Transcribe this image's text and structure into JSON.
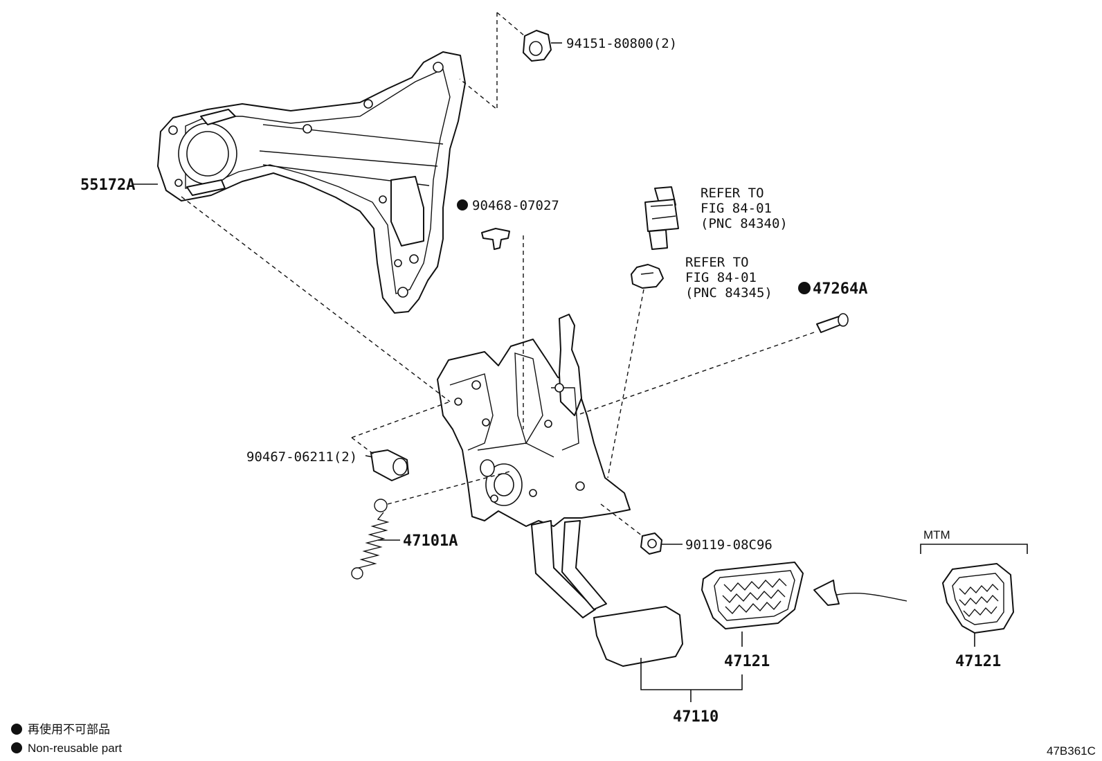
{
  "diagram": {
    "figure_code": "47B361C",
    "labels": {
      "p55172a": "55172A",
      "p94151": "94151-80800(2)",
      "p90468": "90468-07027",
      "p47264a": "47264A",
      "p90467": "90467-06211(2)",
      "p47101a": "47101A",
      "p90119": "90119-08C96",
      "p47121_main": "47121",
      "p47121_mtm": "47121",
      "p47110": "47110",
      "mtm": "MTM"
    },
    "refer_notes": [
      {
        "line1": "REFER TO",
        "line2": "FIG 84-01",
        "line3": "(PNC 84340)"
      },
      {
        "line1": "REFER TO",
        "line2": "FIG 84-01",
        "line3": "(PNC 84345)"
      }
    ],
    "legend": {
      "jp": "再使用不可部品",
      "en": "Non-reusable part"
    }
  }
}
